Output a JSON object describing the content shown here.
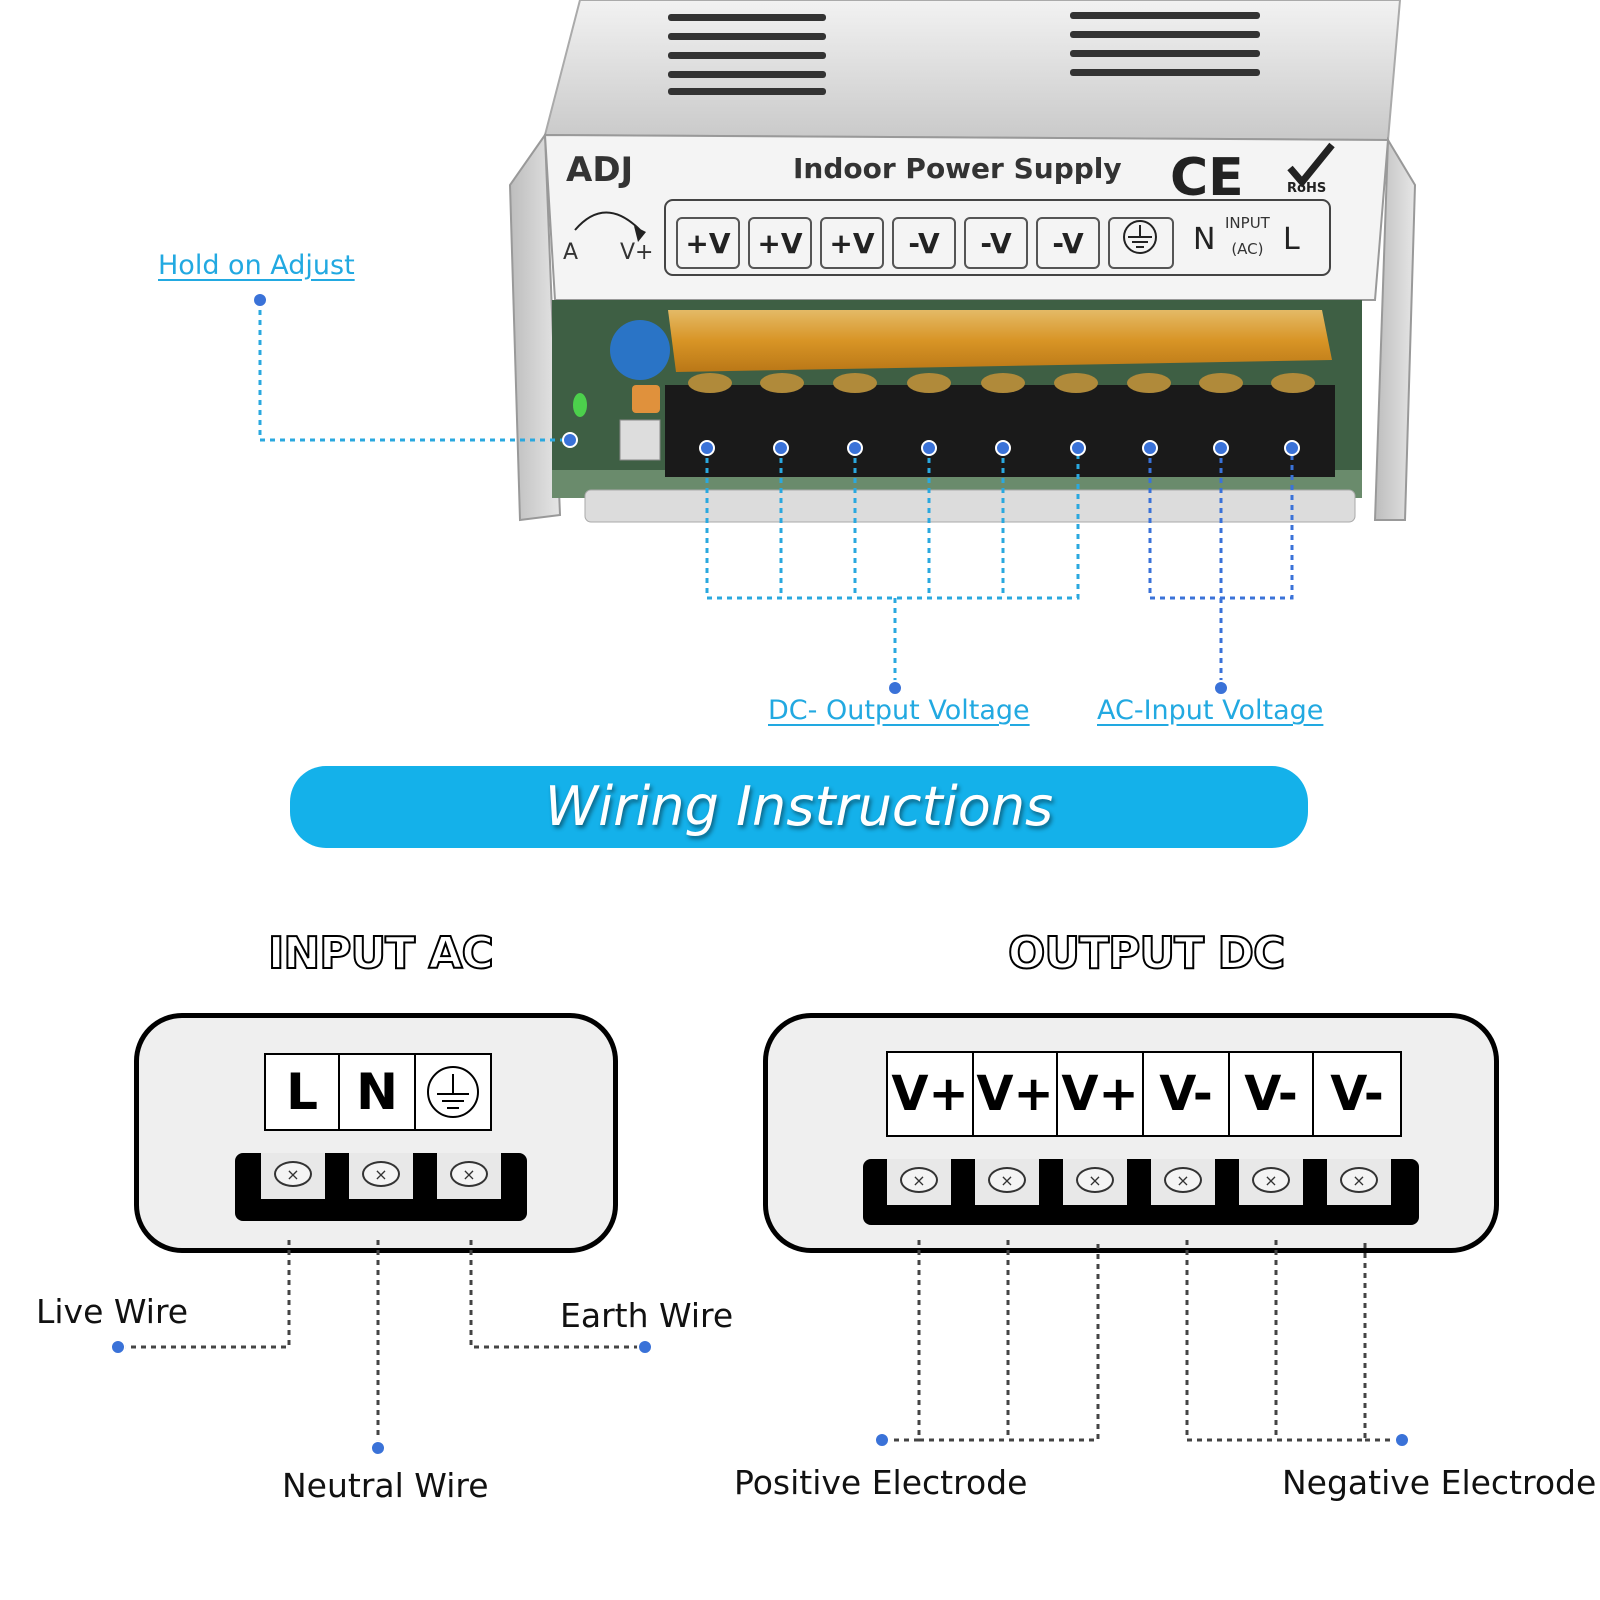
{
  "product": {
    "brand": "ADJ",
    "title": "Indoor Power Supply",
    "ce_mark": "CE",
    "rohs_mark": "RoHS",
    "adjust_a": "A",
    "adjust_v": "V+",
    "terminals": [
      "+V",
      "+V",
      "+V",
      "-V",
      "-V",
      "-V",
      "",
      "N",
      "L"
    ],
    "input_label": "INPUT",
    "input_sub": "(AC)"
  },
  "callouts": {
    "hold_adjust": "Hold on Adjust",
    "dc_output": "DC- Output Voltage",
    "ac_input": "AC-Input Voltage"
  },
  "banner": {
    "title": "Wiring Instructions"
  },
  "input_ac": {
    "title": "INPUT AC",
    "terminals": [
      "L",
      "N",
      ""
    ],
    "wires": {
      "live": "Live Wire",
      "neutral": "Neutral Wire",
      "earth": "Earth Wire"
    }
  },
  "output_dc": {
    "title": "OUTPUT DC",
    "terminals": [
      "V+",
      "V+",
      "V+",
      "V-",
      "V-",
      "V-"
    ],
    "wires": {
      "positive": "Positive Electrode",
      "negative": "Negative Electrode"
    }
  },
  "colors": {
    "accent": "#14b1ea",
    "callout_text": "#22a9e1",
    "line": "#2aa8df",
    "dot": "#3a72d8",
    "terminal_cover": "#f0a830"
  }
}
